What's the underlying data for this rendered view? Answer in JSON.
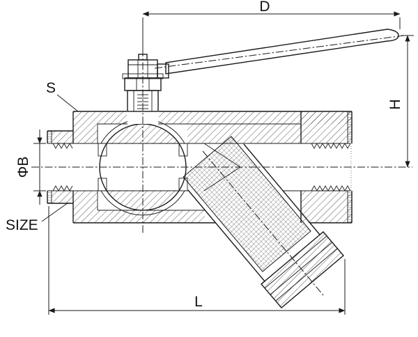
{
  "drawing": {
    "type": "technical-drawing-ball-valve-with-y-strainer",
    "labels": {
      "d": "D",
      "h": "H",
      "s": "S",
      "phi_b": "ΦB",
      "size": "SIZE",
      "l": "L"
    },
    "colors": {
      "line": "#1a1a1a",
      "background": "#ffffff"
    }
  }
}
